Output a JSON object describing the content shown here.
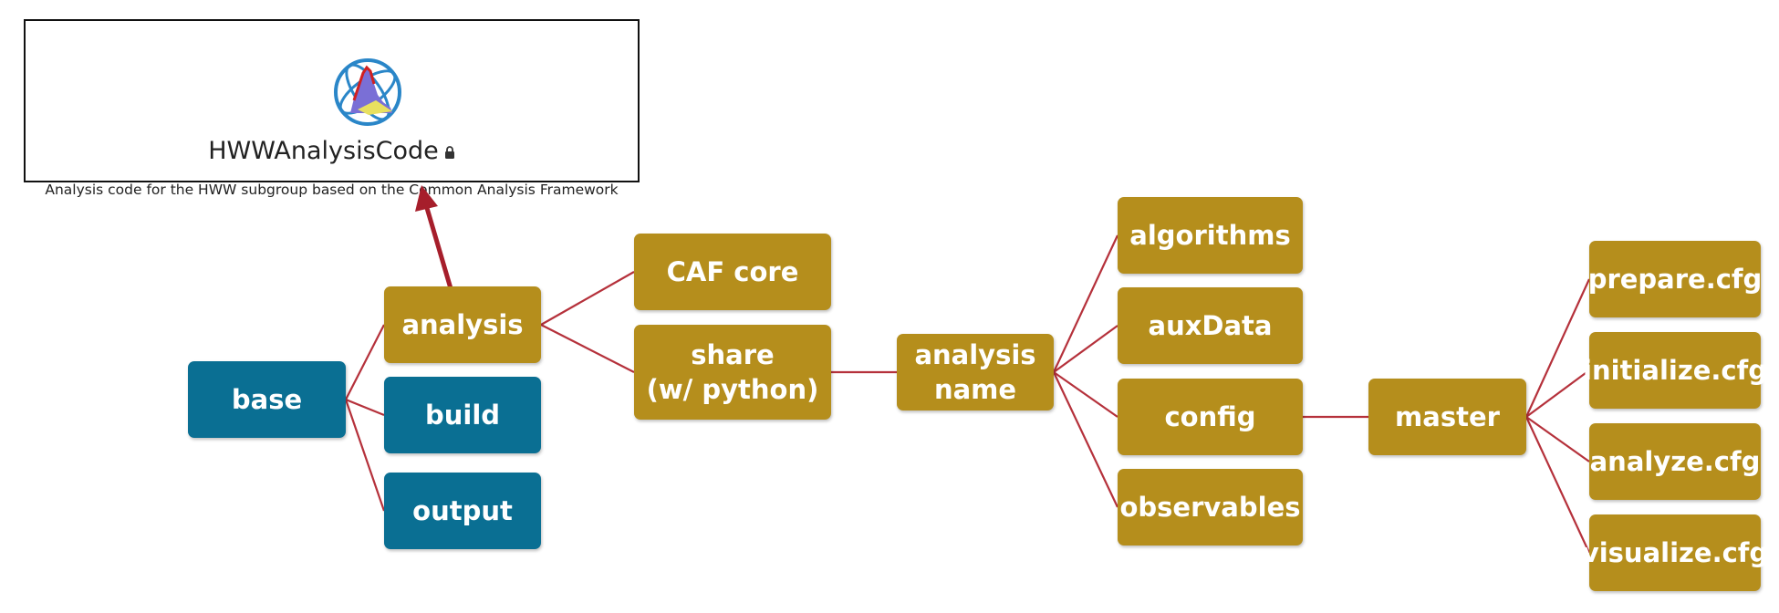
{
  "repo_card": {
    "title": "HWWAnalysisCode",
    "description": "Analysis code for the HWW subgroup based on the Common Analysis Framework",
    "logo_icon": "caf-logo-icon",
    "lock_icon": "lock-icon"
  },
  "colors": {
    "blue_node": "#0a6f93",
    "gold_node": "#b58e1c",
    "connector": "#b5313b",
    "arrow": "#a61e2b"
  },
  "tree": {
    "base": "base",
    "analysis": "analysis",
    "build": "build",
    "output": "output",
    "caf_core": "CAF core",
    "share": "share\n(w/ python)",
    "analysis_name": "analysis\nname",
    "algorithms": "algorithms",
    "auxdata": "auxData",
    "config": "config",
    "observables": "observables",
    "master": "master",
    "prepare": "prepare.cfg",
    "initialize": "initialize.cfg",
    "analyze": "analyze.cfg",
    "visualize": "visualize.cfg"
  }
}
